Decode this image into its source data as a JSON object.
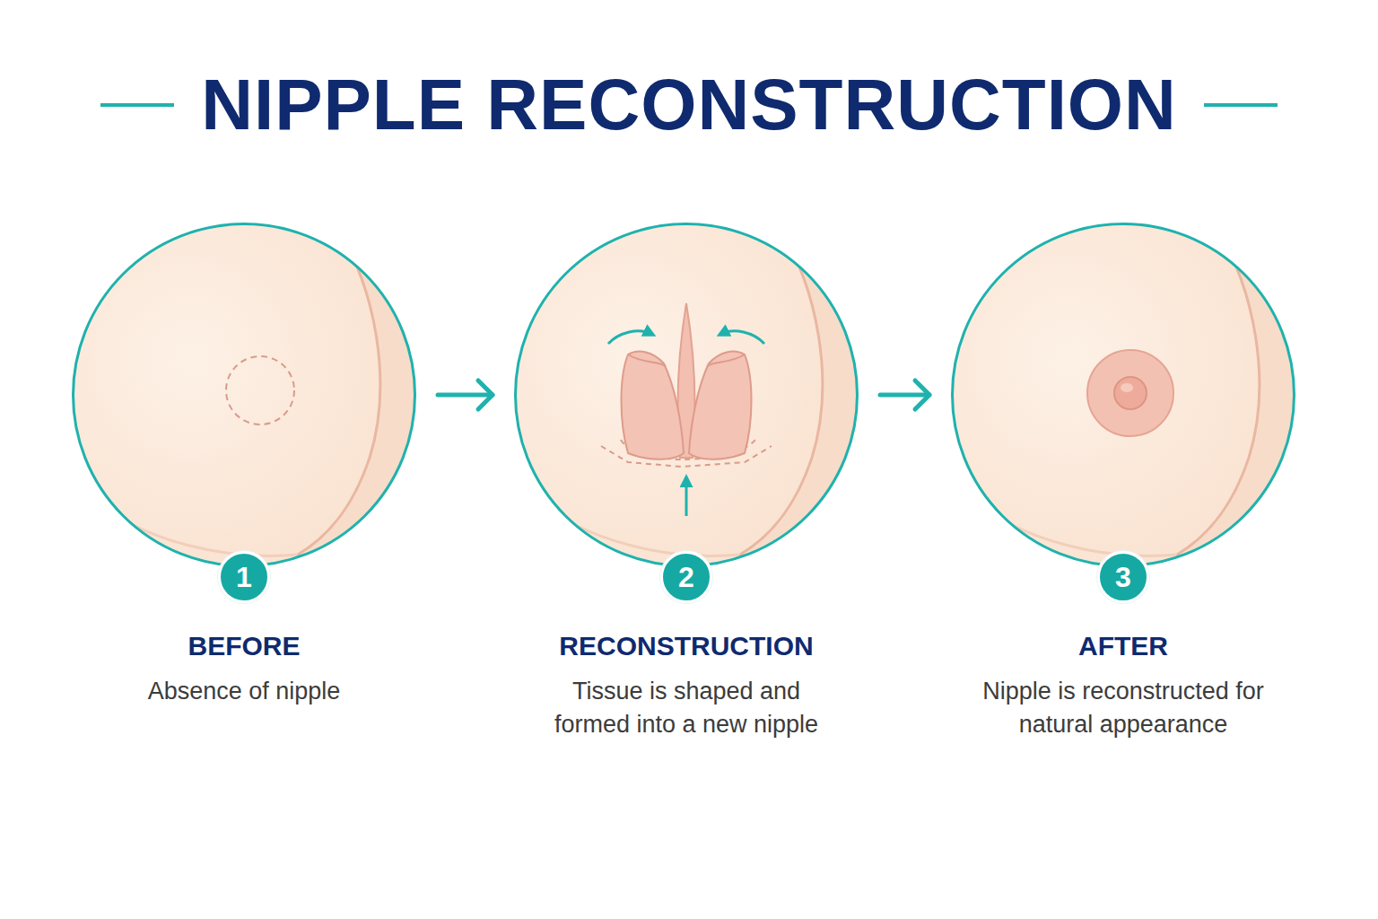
{
  "diagram": {
    "title": "NIPPLE RECONSTRUCTION",
    "nodes": [
      {
        "text": [
          "BEFORE",
          "Absence of nipple"
        ]
      },
      {
        "text": [
          "1"
        ],
        "in": 0
      },
      {
        "text": [
          "RECONSTRUCTION",
          "Tissue is shaped and formed into a new nipple"
        ]
      },
      {
        "text": [
          "2"
        ],
        "in": 2
      },
      {
        "text": [
          "AFTER",
          "Nipple is reconstructed for natural appearance"
        ]
      },
      {
        "text": [
          "3"
        ],
        "in": 4
      }
    ],
    "edges": [
      {
        "from": 0,
        "to": 2,
        "arrow": "to"
      },
      {
        "from": 2,
        "to": 4,
        "arrow": "to"
      }
    ]
  }
}
